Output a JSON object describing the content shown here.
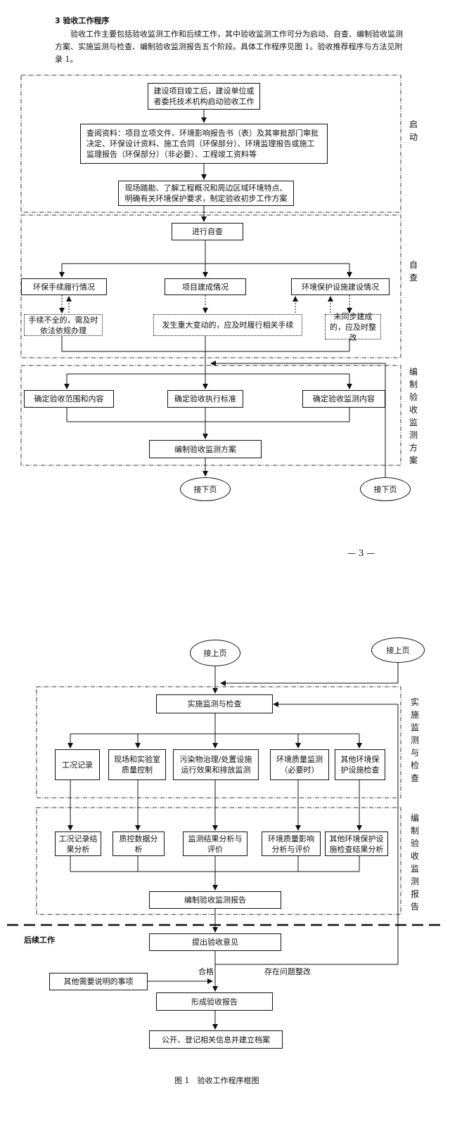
{
  "section_heading": "3 验收工作程序",
  "intro_text": "验收工作主要包括验收监测工作和后续工作，其中验收监测工作可分为启动、自查、编制验收监测方案、实施监测与检查、编制验收监测报告五个阶段。具体工作程序见图 1。验收推荐程序与方法见附录 1。",
  "stages": {
    "start": "启动",
    "self_check": "自查",
    "monitoring_plan": "编制验收监测方案",
    "implement": "实施监测与检查",
    "report": "编制验收监测报告"
  },
  "nodes": {
    "initiate": "建设项目竣工后，建设单位或者委托技术机构启动验收工作",
    "review_docs": "查阅资料：项目立项文件、环境影响报告书（表）及其审批部门审批决定、环保设计资料、施工合同（环保部分）、环境监理报告或施工监理报告（环保部分）（非必要）、工程竣工资料等",
    "site_survey": "现场踏勘、了解工程概况和周边区域环境特点、明确有关环境保护要求，制定验收初步工作方案",
    "self_check": "进行自查",
    "env_procedure": "环保手续履行情况",
    "project_status": "项目建成情况",
    "env_facility": "环境保护设施建设情况",
    "procedure_fix": "手续不全的，需及时依法依规办理",
    "major_change": "发生重大变动的，应及时履行相关手续",
    "facility_fix": "未同步建成的，应及时整改",
    "scope": "确定验收范围和内容",
    "standard": "确定验收执行标准",
    "content": "确定验收监测内容",
    "compile_plan": "编制验收监测方案",
    "next_page_1": "接下页",
    "next_page_2": "接下页",
    "prev_page_1": "接上页",
    "prev_page_2": "接上页",
    "implement": "实施监测与检查",
    "work_record": "工况记录",
    "qc": "现场和实验室质量控制",
    "pollution": "污染物治理/处置设施运行效果和排放监测",
    "env_quality": "环境质量监测（必要时）",
    "other_check": "其他环境保护设施检查",
    "record_analysis": "工况记录结果分析",
    "qc_analysis": "质控数据分析",
    "result_analysis": "监测结果分析与评价",
    "impact_analysis": "环境质量影响分析与评价",
    "other_analysis": "其他环境保护设施检查结果分析",
    "compile_report": "编制验收监测报告",
    "opinion": "提出验收意见",
    "other_notes": "其他需要说明的事项",
    "form_report": "形成验收报告",
    "publish": "公开、登记相关信息并建立档案"
  },
  "edge_labels": {
    "pass": "合格",
    "rectify": "存在问题整改"
  },
  "followup_label": "后续工作",
  "page_number": "— 3 —",
  "figure_caption": "图 1　验收工作程序框图"
}
